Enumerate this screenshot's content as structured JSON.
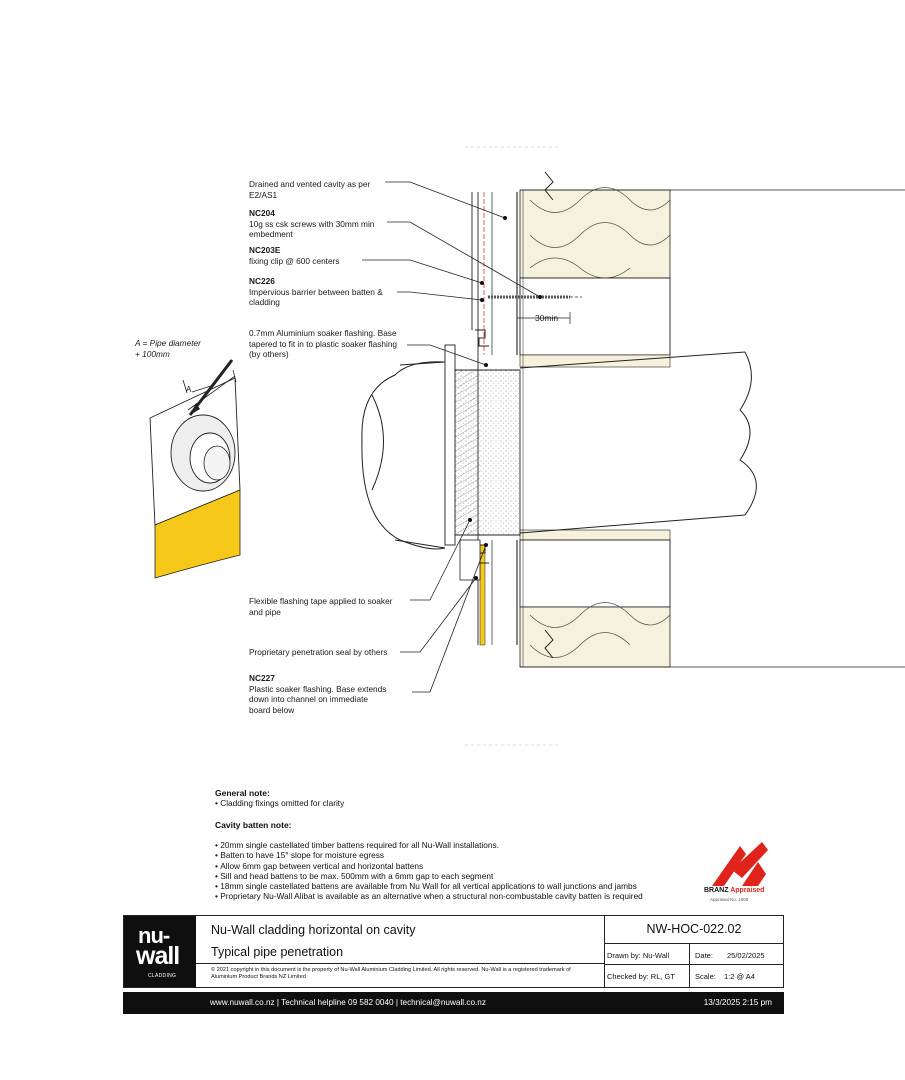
{
  "callouts": [
    {
      "code": "",
      "lines": [
        "Drained  and vented cavity as per",
        "E2/AS1"
      ]
    },
    {
      "code": "NC204",
      "lines": [
        "10g ss csk screws with 30mm min",
        "embedment"
      ]
    },
    {
      "code": "NC203E",
      "lines": [
        "fixing clip @ 600 centers"
      ]
    },
    {
      "code": "NC226",
      "lines": [
        "Impervious barrier between batten &",
        "cladding"
      ]
    },
    {
      "code": "",
      "lines": [
        "0.7mm Aluminium soaker flashing. Base",
        "tapered to fit in to plastic soaker flashing",
        "(by others)"
      ]
    },
    {
      "code": "",
      "lines": [
        "Flexible flashing tape applied to soaker",
        "and pipe"
      ]
    },
    {
      "code": "",
      "lines": [
        "Proprietary penetration seal by others"
      ]
    },
    {
      "code": "NC227",
      "lines": [
        "Plastic soaker flashing. Base extends",
        "down into channel on immediate",
        "board below"
      ]
    }
  ],
  "dimension_label": "30min",
  "pipe_note": {
    "line1": "A = Pipe diameter",
    "line2": "+ 100mm",
    "marker": "A"
  },
  "general_note": {
    "heading": "General note:",
    "items": [
      "Cladding fixings omitted for clarity"
    ]
  },
  "cavity_note": {
    "heading": "Cavity batten note:",
    "items": [
      "20mm single castellated timber battens required for all Nu-Wall installations.",
      "Batten to have 15° slope for moisture egress",
      "Allow 6mm gap between vertical and horizontal battens",
      "Sill and head battens to be max. 500mm with a 6mm gap to each segment",
      "18mm single castellated battens are available from Nu Wall for all vertical applications to wall junctions and jambs",
      "Proprietary Nu-Wall Alibat is available as an alternative when a structural non-combustable cavity batten is required"
    ]
  },
  "badge": {
    "brand": "BRANZ",
    "label": "Appraised",
    "sub": "Appraisal No. 1000"
  },
  "title_block": {
    "logo_line1": "nu-",
    "logo_line2": "wall",
    "logo_line3": "CLADDING",
    "title": "Nu-Wall cladding horizontal on cavity",
    "subtitle": "Typical pipe penetration",
    "copyright": "© 2021 copyright in this document is the property of Nu-Wall Aluminium Cladding Limited. All rights reserved. Nu-Wall is a registered trademark of Aluminium Product Brands NZ Limited",
    "code": "NW-HOC-022.02",
    "drawn_by": "Drawn by: Nu-Wall",
    "date_label": "Date:",
    "date": "25/02/2025",
    "checked_by": "Checked by: RL, GT",
    "scale_label": "Scale:",
    "scale": "1:2 @ A4"
  },
  "footer": {
    "contact": "www.nuwall.co.nz  |  Technical helpline 09 582 0040  |  technical@nuwall.co.nz",
    "timestamp": "13/3/2025 2:15 pm"
  },
  "colors": {
    "tape": "#f5c81a",
    "insulation": "#f6f1dc",
    "barrier": "#d9534f",
    "badge": "#e0241b",
    "ink": "#1a1a1a"
  }
}
